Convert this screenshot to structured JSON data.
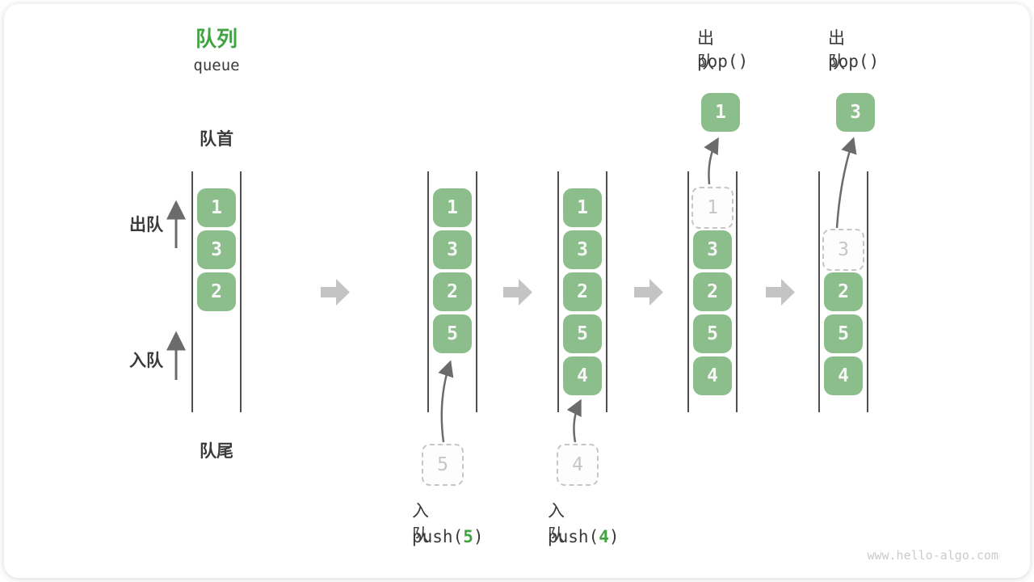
{
  "title": {
    "zh": "队列",
    "en": "queue"
  },
  "side_labels": {
    "front": "队首",
    "rear": "队尾",
    "dequeue": "出队",
    "enqueue": "入队"
  },
  "colors": {
    "accent_green": "#41A341",
    "cell_green": "#8CBE8C",
    "cell_text": "#F7F7F7",
    "ghost_gray": "#C6C6C6",
    "text_dark": "#3A3A3A",
    "arrow_gray": "#6B6B6B",
    "block_arrow_gray": "#C4C4C4",
    "watermark_gray": "#CBCBCB"
  },
  "states": [
    {
      "name": "initial",
      "cells": [
        {
          "value": "1",
          "row": 0,
          "ghost": false
        },
        {
          "value": "3",
          "row": 1,
          "ghost": false
        },
        {
          "value": "2",
          "row": 2,
          "ghost": false
        }
      ]
    },
    {
      "name": "after-push-5",
      "cells": [
        {
          "value": "1",
          "row": 0,
          "ghost": false
        },
        {
          "value": "3",
          "row": 1,
          "ghost": false
        },
        {
          "value": "2",
          "row": 2,
          "ghost": false
        },
        {
          "value": "5",
          "row": 3,
          "ghost": false
        }
      ],
      "op": {
        "type": "push",
        "label": "入队",
        "code_before": "push(",
        "code_arg": "5",
        "code_after": ")",
        "staged_value": "5"
      }
    },
    {
      "name": "after-push-4",
      "cells": [
        {
          "value": "1",
          "row": 0,
          "ghost": false
        },
        {
          "value": "3",
          "row": 1,
          "ghost": false
        },
        {
          "value": "2",
          "row": 2,
          "ghost": false
        },
        {
          "value": "5",
          "row": 3,
          "ghost": false
        },
        {
          "value": "4",
          "row": 4,
          "ghost": false
        }
      ],
      "op": {
        "type": "push",
        "label": "入队",
        "code_before": "push(",
        "code_arg": "4",
        "code_after": ")",
        "staged_value": "4"
      }
    },
    {
      "name": "after-pop-1",
      "cells": [
        {
          "value": "1",
          "row": 0,
          "ghost": true
        },
        {
          "value": "3",
          "row": 1,
          "ghost": false
        },
        {
          "value": "2",
          "row": 2,
          "ghost": false
        },
        {
          "value": "5",
          "row": 3,
          "ghost": false
        },
        {
          "value": "4",
          "row": 4,
          "ghost": false
        }
      ],
      "op": {
        "type": "pop",
        "label": "出队",
        "code": "pop()",
        "popped_value": "1"
      }
    },
    {
      "name": "after-pop-3",
      "cells": [
        {
          "value": "3",
          "row": 1,
          "ghost": true
        },
        {
          "value": "2",
          "row": 2,
          "ghost": false
        },
        {
          "value": "5",
          "row": 3,
          "ghost": false
        },
        {
          "value": "4",
          "row": 4,
          "ghost": false
        }
      ],
      "op": {
        "type": "pop",
        "label": "出队",
        "code": "pop()",
        "popped_value": "3"
      }
    }
  ],
  "watermark": "www.hello-algo.com"
}
